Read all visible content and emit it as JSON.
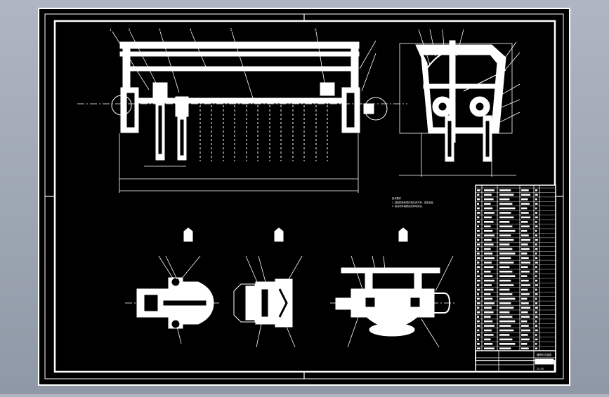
{
  "drawing": {
    "background": "#000000",
    "line_color": "#ffffff",
    "backdrop_gradient": [
      "#aeb6c2",
      "#8f98a6"
    ],
    "technical_notes": [
      "技术要求",
      "1. 装配前所有零件需清洗干净，去除毛刺。",
      "2. 各运动件装配后应转动灵活。"
    ],
    "title_block": {
      "name": "播种机总装图",
      "drawing_no": "ZL-00"
    },
    "parts_list": {
      "columns": [
        "序号",
        "代号",
        "名称",
        "数量",
        "材料"
      ],
      "row_count": 36
    },
    "views": {
      "main": "front-view",
      "side": "side-view",
      "details": [
        "detail-view-a",
        "detail-view-b",
        "detail-view-c"
      ]
    },
    "icons": [
      "balloon-icon",
      "section-arrow-icon",
      "centerline-icon"
    ]
  }
}
